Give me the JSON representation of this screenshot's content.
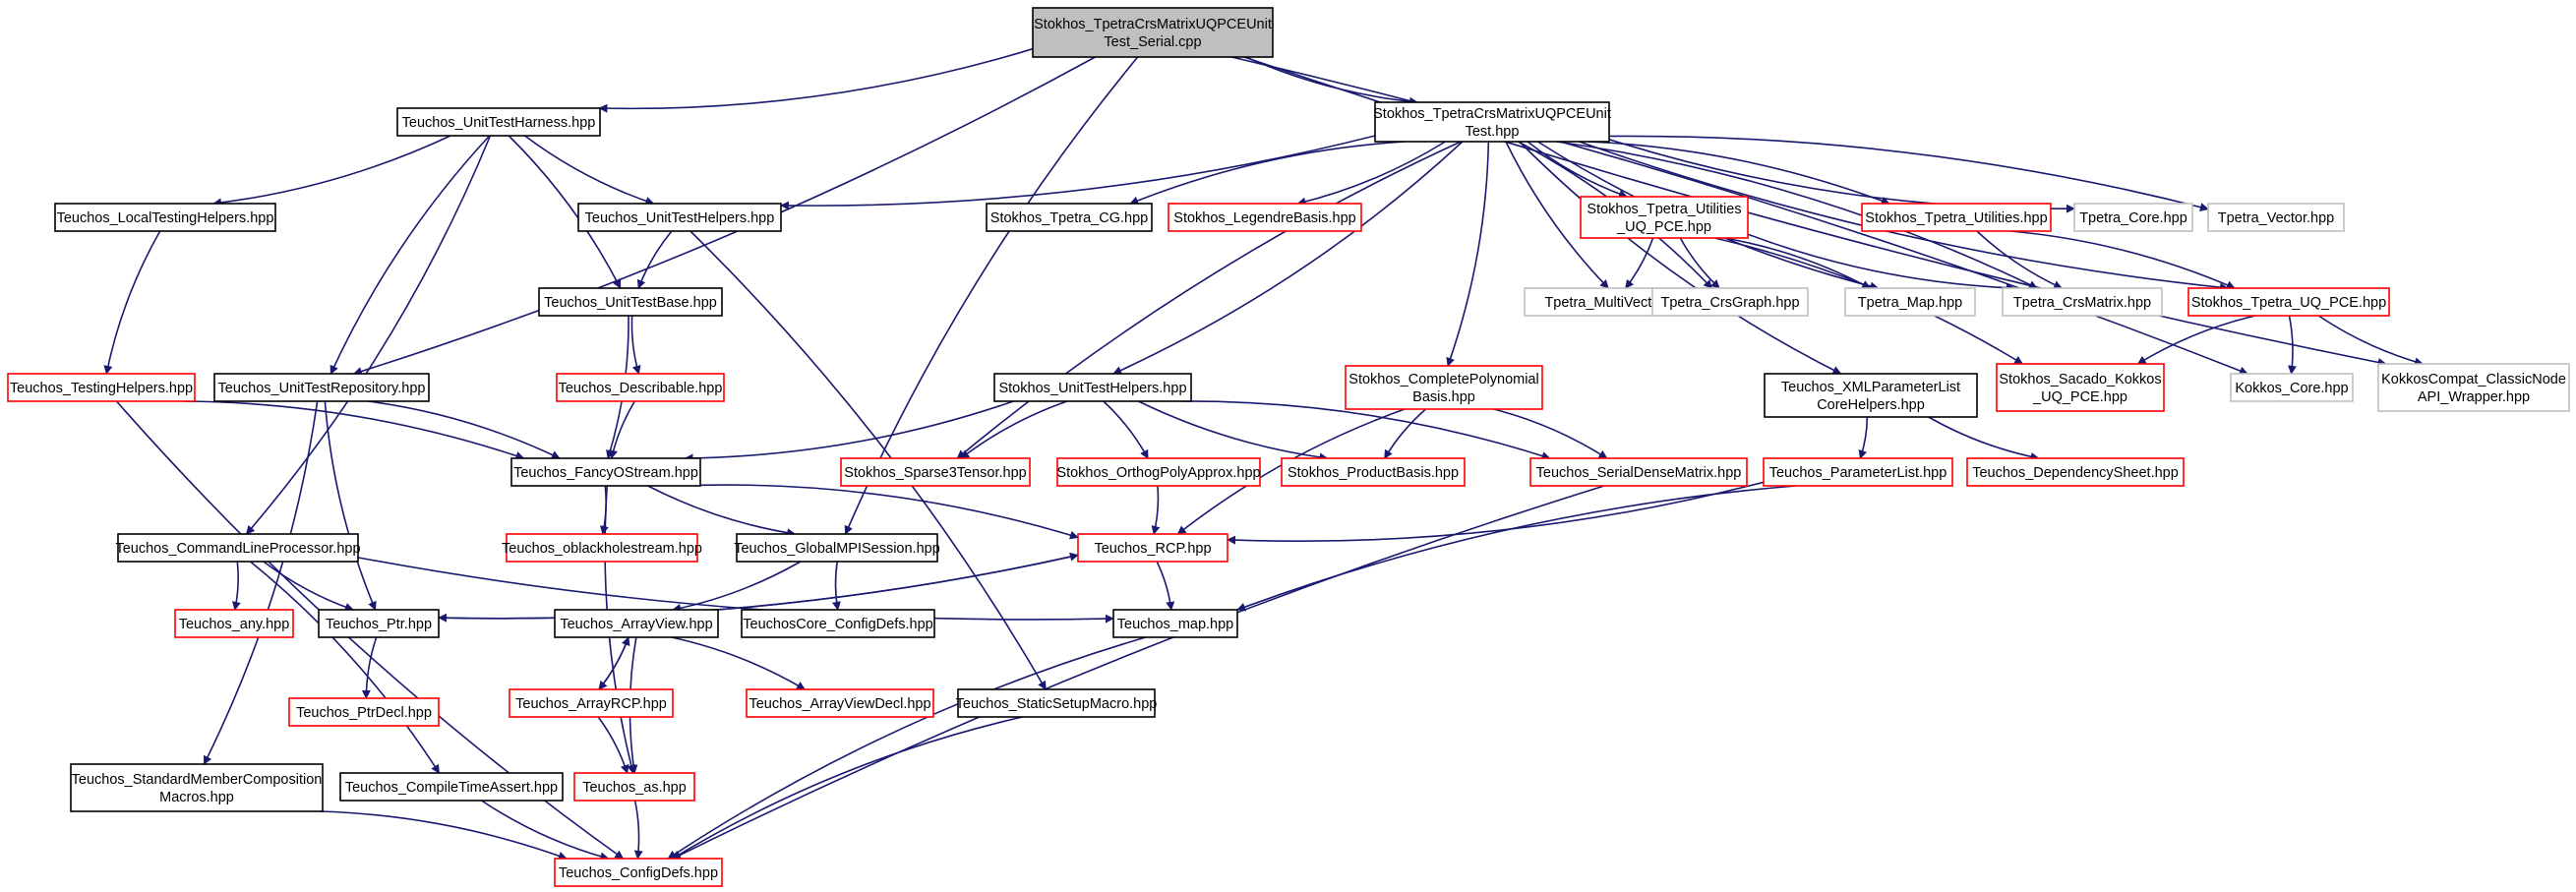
{
  "colors": {
    "root_fill": "#bfbfbf",
    "border_black": "#000000",
    "border_red": "#ff0000",
    "border_gray": "#bfbfbf",
    "edge": "#191970"
  },
  "nodes": [
    {
      "id": "root",
      "lines": [
        "Stokhos_TpetraCrsMatrixUQPCEUnit",
        "Test_Serial.cpp"
      ],
      "style": "root"
    },
    {
      "id": "harness",
      "lines": [
        "Teuchos_UnitTestHarness.hpp"
      ],
      "style": "black"
    },
    {
      "id": "uthpp",
      "lines": [
        "Stokhos_TpetraCrsMatrixUQPCEUnit",
        "Test.hpp"
      ],
      "style": "black"
    },
    {
      "id": "localtesting",
      "lines": [
        "Teuchos_LocalTestingHelpers.hpp"
      ],
      "style": "black"
    },
    {
      "id": "tuthelpers",
      "lines": [
        "Teuchos_UnitTestHelpers.hpp"
      ],
      "style": "black"
    },
    {
      "id": "tpetracg",
      "lines": [
        "Stokhos_Tpetra_CG.hpp"
      ],
      "style": "black"
    },
    {
      "id": "legendre",
      "lines": [
        "Stokhos_LegendreBasis.hpp"
      ],
      "style": "red"
    },
    {
      "id": "tpetrautiluq",
      "lines": [
        "Stokhos_Tpetra_Utilities",
        "_UQ_PCE.hpp"
      ],
      "style": "red"
    },
    {
      "id": "tpetrautil",
      "lines": [
        "Stokhos_Tpetra_Utilities.hpp"
      ],
      "style": "red"
    },
    {
      "id": "tpetracore",
      "lines": [
        "Tpetra_Core.hpp"
      ],
      "style": "gray"
    },
    {
      "id": "tpetravector",
      "lines": [
        "Tpetra_Vector.hpp"
      ],
      "style": "gray"
    },
    {
      "id": "utbase",
      "lines": [
        "Teuchos_UnitTestBase.hpp"
      ],
      "style": "black"
    },
    {
      "id": "multivector",
      "lines": [
        "Tpetra_MultiVector.hpp"
      ],
      "style": "gray"
    },
    {
      "id": "crsgraph",
      "lines": [
        "Tpetra_CrsGraph.hpp"
      ],
      "style": "gray"
    },
    {
      "id": "tmap",
      "lines": [
        "Tpetra_Map.hpp"
      ],
      "style": "gray"
    },
    {
      "id": "crsmatrix",
      "lines": [
        "Tpetra_CrsMatrix.hpp"
      ],
      "style": "gray"
    },
    {
      "id": "tpetrauqpce",
      "lines": [
        "Stokhos_Tpetra_UQ_PCE.hpp"
      ],
      "style": "red"
    },
    {
      "id": "testinghelpers",
      "lines": [
        "Teuchos_TestingHelpers.hpp"
      ],
      "style": "red"
    },
    {
      "id": "utrepo",
      "lines": [
        "Teuchos_UnitTestRepository.hpp"
      ],
      "style": "black"
    },
    {
      "id": "describable",
      "lines": [
        "Teuchos_Describable.hpp"
      ],
      "style": "red"
    },
    {
      "id": "suthelpers",
      "lines": [
        "Stokhos_UnitTestHelpers.hpp"
      ],
      "style": "black"
    },
    {
      "id": "completepoly",
      "lines": [
        "Stokhos_CompletePolynomial",
        "Basis.hpp"
      ],
      "style": "red"
    },
    {
      "id": "xmlparam",
      "lines": [
        "Teuchos_XMLParameterList",
        "CoreHelpers.hpp"
      ],
      "style": "black"
    },
    {
      "id": "sacadokokkos",
      "lines": [
        "Stokhos_Sacado_Kokkos",
        "_UQ_PCE.hpp"
      ],
      "style": "red"
    },
    {
      "id": "kokkoscore",
      "lines": [
        "Kokkos_Core.hpp"
      ],
      "style": "gray"
    },
    {
      "id": "kokkoscompat",
      "lines": [
        "KokkosCompat_ClassicNode",
        "API_Wrapper.hpp"
      ],
      "style": "gray"
    },
    {
      "id": "fancyostream",
      "lines": [
        "Teuchos_FancyOStream.hpp"
      ],
      "style": "black"
    },
    {
      "id": "sparse3",
      "lines": [
        "Stokhos_Sparse3Tensor.hpp"
      ],
      "style": "red"
    },
    {
      "id": "orthopoly",
      "lines": [
        "Stokhos_OrthogPolyApprox.hpp"
      ],
      "style": "red"
    },
    {
      "id": "productbasis",
      "lines": [
        "Stokhos_ProductBasis.hpp"
      ],
      "style": "red"
    },
    {
      "id": "serialdense",
      "lines": [
        "Teuchos_SerialDenseMatrix.hpp"
      ],
      "style": "red"
    },
    {
      "id": "paramlist",
      "lines": [
        "Teuchos_ParameterList.hpp"
      ],
      "style": "red"
    },
    {
      "id": "depsheet",
      "lines": [
        "Teuchos_DependencySheet.hpp"
      ],
      "style": "red"
    },
    {
      "id": "oblackhole",
      "lines": [
        "Teuchos_oblackholestream.hpp"
      ],
      "style": "red"
    },
    {
      "id": "globalmpi",
      "lines": [
        "Teuchos_GlobalMPISession.hpp"
      ],
      "style": "black"
    },
    {
      "id": "cmdline",
      "lines": [
        "Teuchos_CommandLineProcessor.hpp"
      ],
      "style": "black"
    },
    {
      "id": "rcp",
      "lines": [
        "Teuchos_RCP.hpp"
      ],
      "style": "red"
    },
    {
      "id": "any",
      "lines": [
        "Teuchos_any.hpp"
      ],
      "style": "red"
    },
    {
      "id": "ptr",
      "lines": [
        "Teuchos_Ptr.hpp"
      ],
      "style": "black"
    },
    {
      "id": "arrayview",
      "lines": [
        "Teuchos_ArrayView.hpp"
      ],
      "style": "black"
    },
    {
      "id": "coreconfig",
      "lines": [
        "TeuchosCore_ConfigDefs.hpp"
      ],
      "style": "black"
    },
    {
      "id": "tmaphpp",
      "lines": [
        "Teuchos_map.hpp"
      ],
      "style": "black"
    },
    {
      "id": "ptrdecl",
      "lines": [
        "Teuchos_PtrDecl.hpp"
      ],
      "style": "red"
    },
    {
      "id": "arrayrcp",
      "lines": [
        "Teuchos_ArrayRCP.hpp"
      ],
      "style": "red"
    },
    {
      "id": "arrayviewdecl",
      "lines": [
        "Teuchos_ArrayViewDecl.hpp"
      ],
      "style": "red"
    },
    {
      "id": "staticsetup",
      "lines": [
        "Teuchos_StaticSetupMacro.hpp"
      ],
      "style": "black"
    },
    {
      "id": "stdmember",
      "lines": [
        "Teuchos_StandardMemberComposition",
        "Macros.hpp"
      ],
      "style": "black"
    },
    {
      "id": "compiletime",
      "lines": [
        "Teuchos_CompileTimeAssert.hpp"
      ],
      "style": "black"
    },
    {
      "id": "tas",
      "lines": [
        "Teuchos_as.hpp"
      ],
      "style": "red"
    },
    {
      "id": "configdefs",
      "lines": [
        "Teuchos_ConfigDefs.hpp"
      ],
      "style": "red"
    }
  ]
}
